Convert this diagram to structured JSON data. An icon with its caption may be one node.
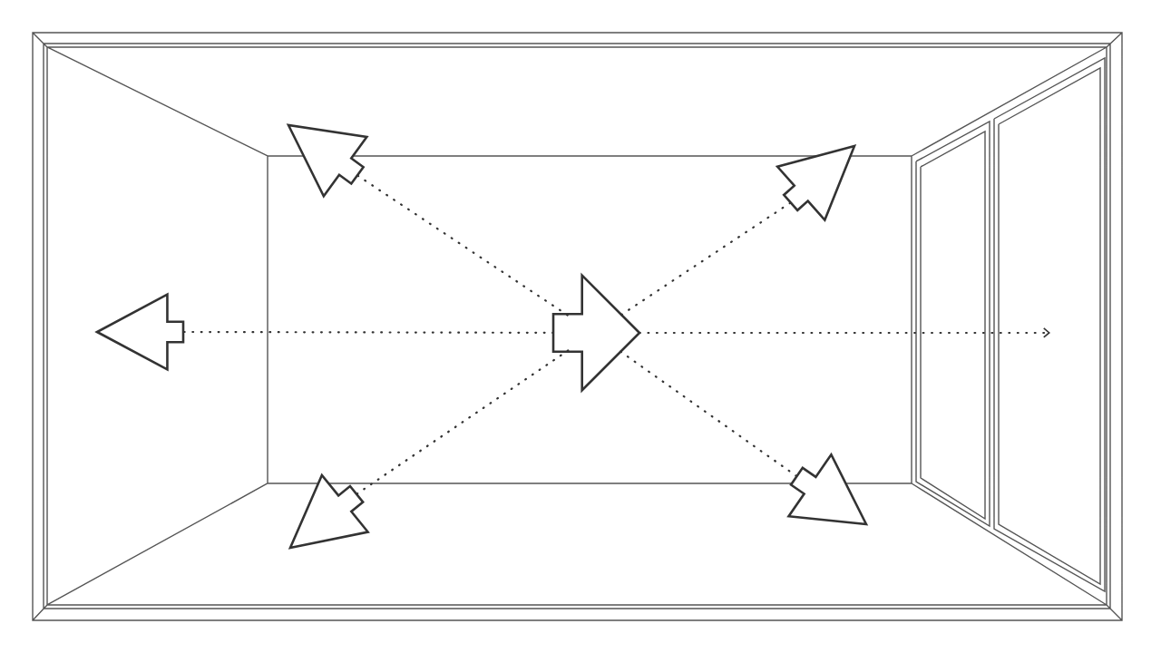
{
  "diagram": {
    "nodes": [
      {
        "text": [],
        "shape": "arrow"
      },
      {
        "text": [],
        "shape": "arrow"
      },
      {
        "text": [],
        "shape": "arrow"
      },
      {
        "text": [],
        "shape": "arrow"
      },
      {
        "text": [],
        "shape": "arrow"
      },
      {
        "text": [],
        "shape": "arrow"
      }
    ],
    "edges": [
      {
        "from": 3,
        "to": 0,
        "arrow": "none"
      },
      {
        "from": 3,
        "to": 1,
        "arrow": "none"
      },
      {
        "from": 3,
        "to": 2,
        "arrow": "none"
      },
      {
        "from": 3,
        "to": null,
        "arrow": "to"
      },
      {
        "from": 3,
        "to": 4,
        "arrow": "none"
      },
      {
        "from": 3,
        "to": 5,
        "arrow": "none"
      }
    ]
  }
}
